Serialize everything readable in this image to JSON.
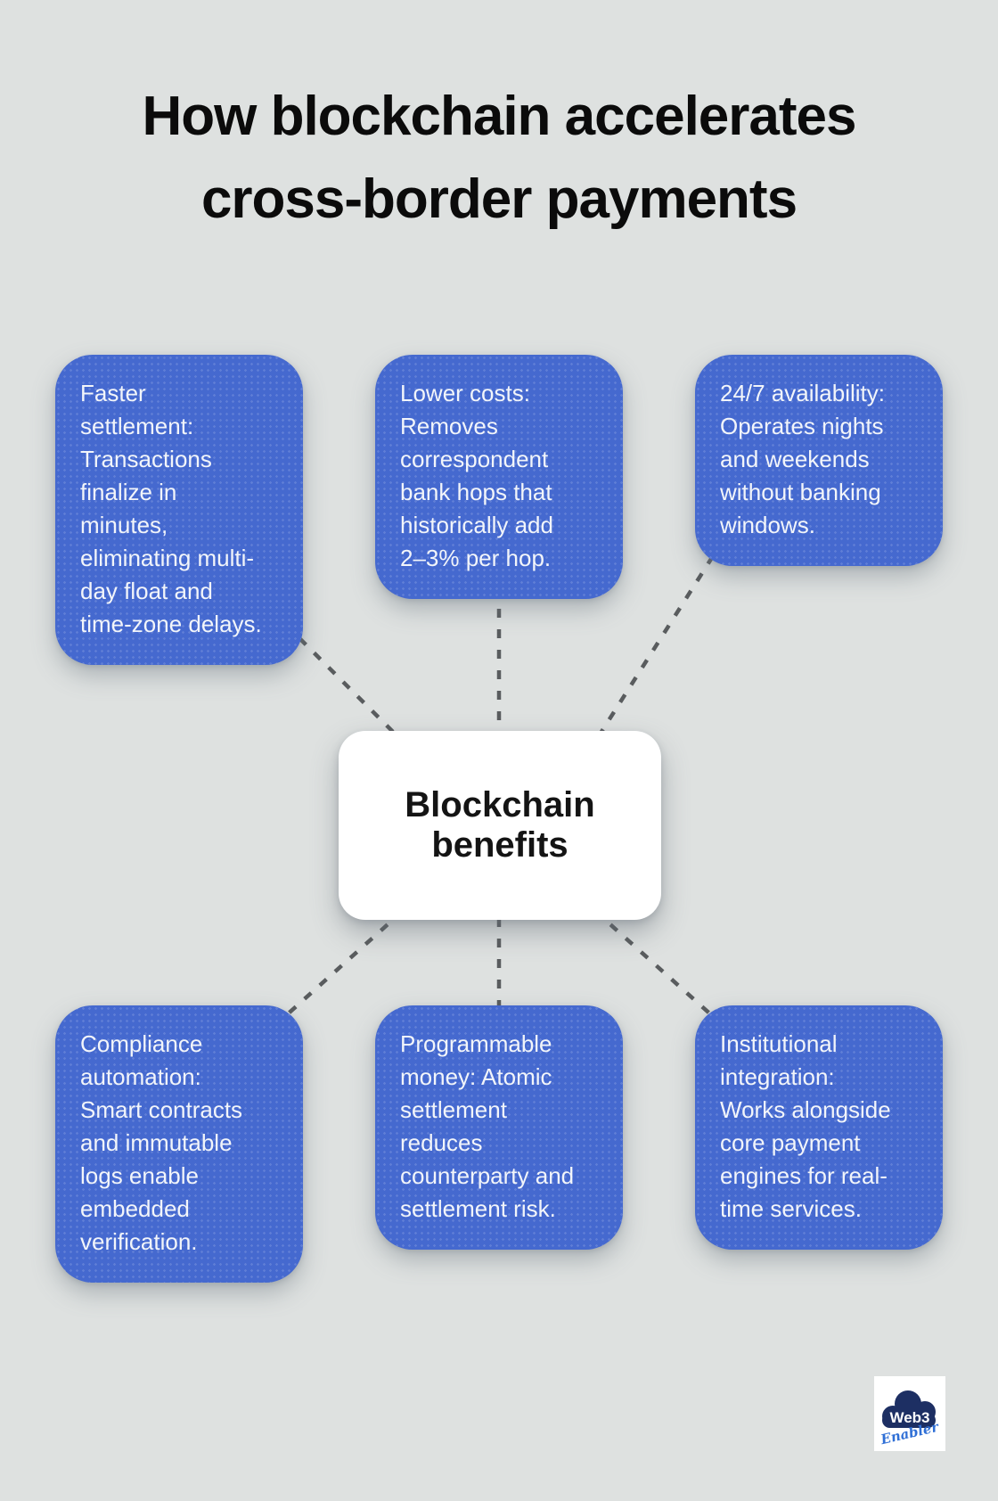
{
  "title": "How blockchain accelerates\ncross-border payments",
  "center_label": "Blockchain\nbenefits",
  "cards": [
    {
      "name": "faster-settlement",
      "text": "Faster\nsettlement:\nTransactions\nfinalize in\nminutes,\neliminating multi-\nday float and\ntime-zone delays."
    },
    {
      "name": "lower-costs",
      "text": "Lower costs:\nRemoves\ncorrespondent\nbank hops that\nhistorically add\n2–3% per hop."
    },
    {
      "name": "always-on-availability",
      "text": "24/7 availability:\nOperates nights\nand weekends\nwithout banking\nwindows."
    },
    {
      "name": "compliance-automation",
      "text": "Compliance\nautomation:\nSmart contracts\nand immutable\nlogs enable\nembedded\nverification."
    },
    {
      "name": "programmable-money",
      "text": "Programmable\nmoney: Atomic\nsettlement\nreduces\ncounterparty and\nsettlement risk."
    },
    {
      "name": "institutional-integration",
      "text": "Institutional\nintegration:\nWorks alongside\ncore payment\nengines for real-\ntime services."
    }
  ],
  "logo": {
    "line1": "Web3",
    "line2": "Enabler"
  },
  "colors": {
    "background": "#dee1e0",
    "card_blue": "#4569cf",
    "card_text": "#f2f5fa",
    "center_bg": "#ffffff",
    "center_text": "#141414",
    "title_text": "#0b0b0b",
    "connector_gray": "#595c5e",
    "logo_navy": "#1d2f63",
    "logo_blue": "#2f6fd6"
  }
}
